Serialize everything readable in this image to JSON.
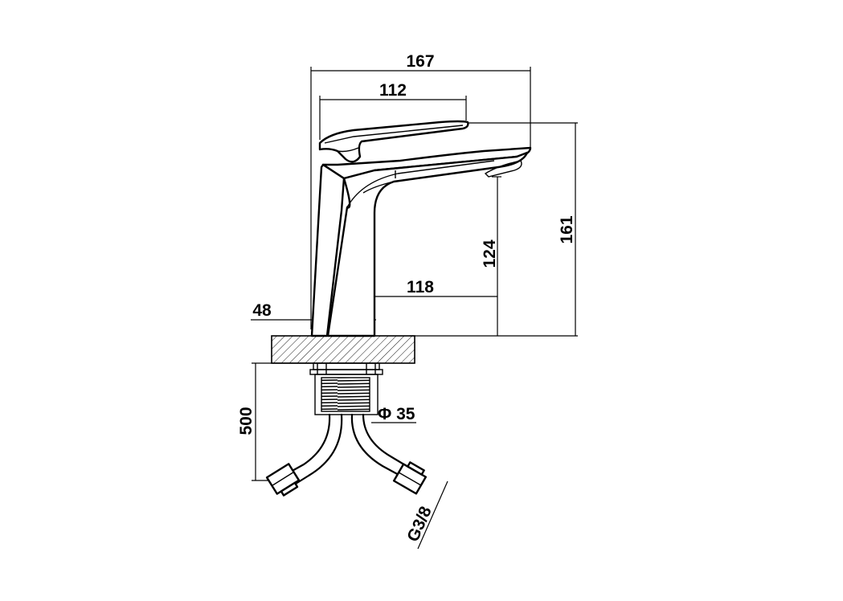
{
  "dimensions": {
    "total_width": "167",
    "handle_length": "112",
    "total_height": "161",
    "spout_height": "124",
    "spout_reach": "118",
    "body_width": "48",
    "thread_diameter": "Φ 35",
    "hose_length": "500",
    "hose_connector": "G3/8"
  }
}
